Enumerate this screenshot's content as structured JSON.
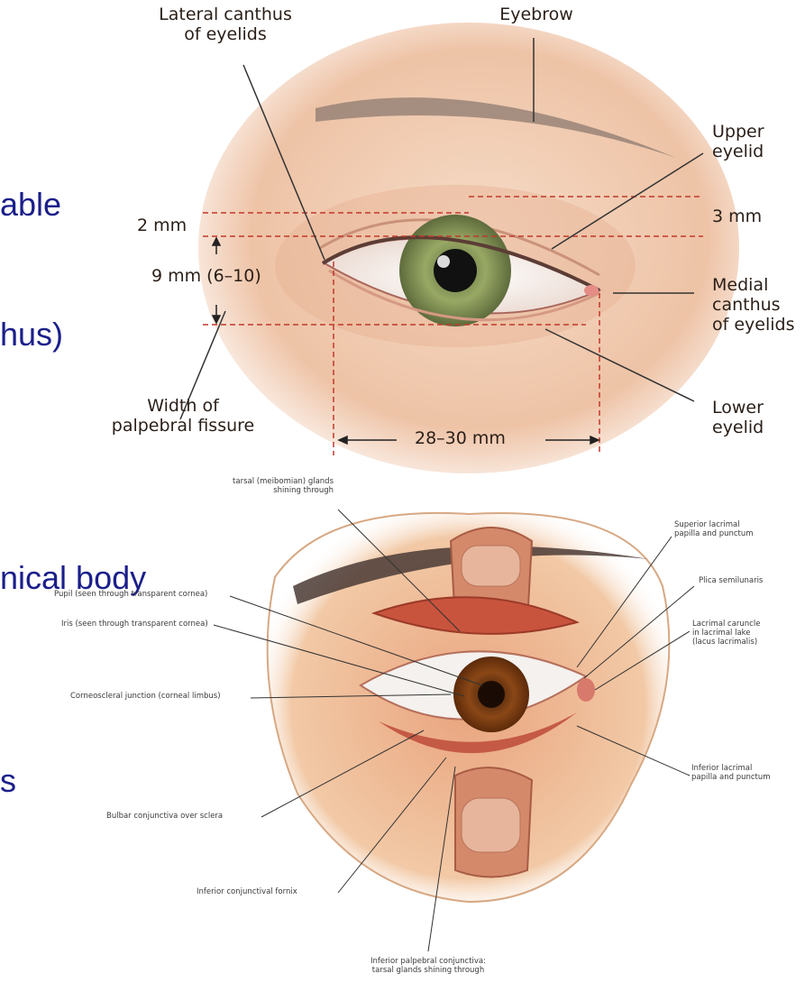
{
  "slide_fragments": [
    "able",
    "hus)",
    "nical body",
    "s"
  ],
  "top_figure": {
    "labels": {
      "lateral_canthus": "Lateral canthus\nof eyelids",
      "eyebrow": "Eyebrow",
      "upper_eyelid": "Upper\neyelid",
      "two_mm": "2 mm",
      "three_mm": "3 mm",
      "nine_mm": "9 mm (6–10)",
      "medial_canthus": "Medial\ncanthus\nof eyelids",
      "width_palpebral": "Width of\npalpebral fissure",
      "lower_eyelid": "Lower\neyelid",
      "width_mm": "28–30 mm"
    }
  },
  "bottom_figure": {
    "labels": {
      "tarsal_glands_top": "tarsal (meibomian) glands\nshining through",
      "superior_lacrimal": "Superior lacrimal\npapilla and punctum",
      "plica": "Plica semilunaris",
      "pupil": "Pupil (seen through transparent cornea)",
      "iris": "Iris (seen through transparent cornea)",
      "lacrimal_caruncle": "Lacrimal caruncle\nin lacrimal lake\n(lacus lacrimalis)",
      "corneoscleral": "Corneoscleral junction (corneal limbus)",
      "inferior_lacrimal": "Inferior lacrimal\npapilla and punctum",
      "bulbar": "Bulbar conjunctiva over sclera",
      "inferior_fornix": "Inferior conjunctival fornix",
      "inferior_palpebral": "Inferior palpebral conjunctiva:\ntarsal glands shining through"
    }
  },
  "colors": {
    "slide_text": "#1b1f8a",
    "dimension_line": "#c0392b",
    "skin": "#f3d2bb",
    "iris": "#8a9a5b"
  }
}
